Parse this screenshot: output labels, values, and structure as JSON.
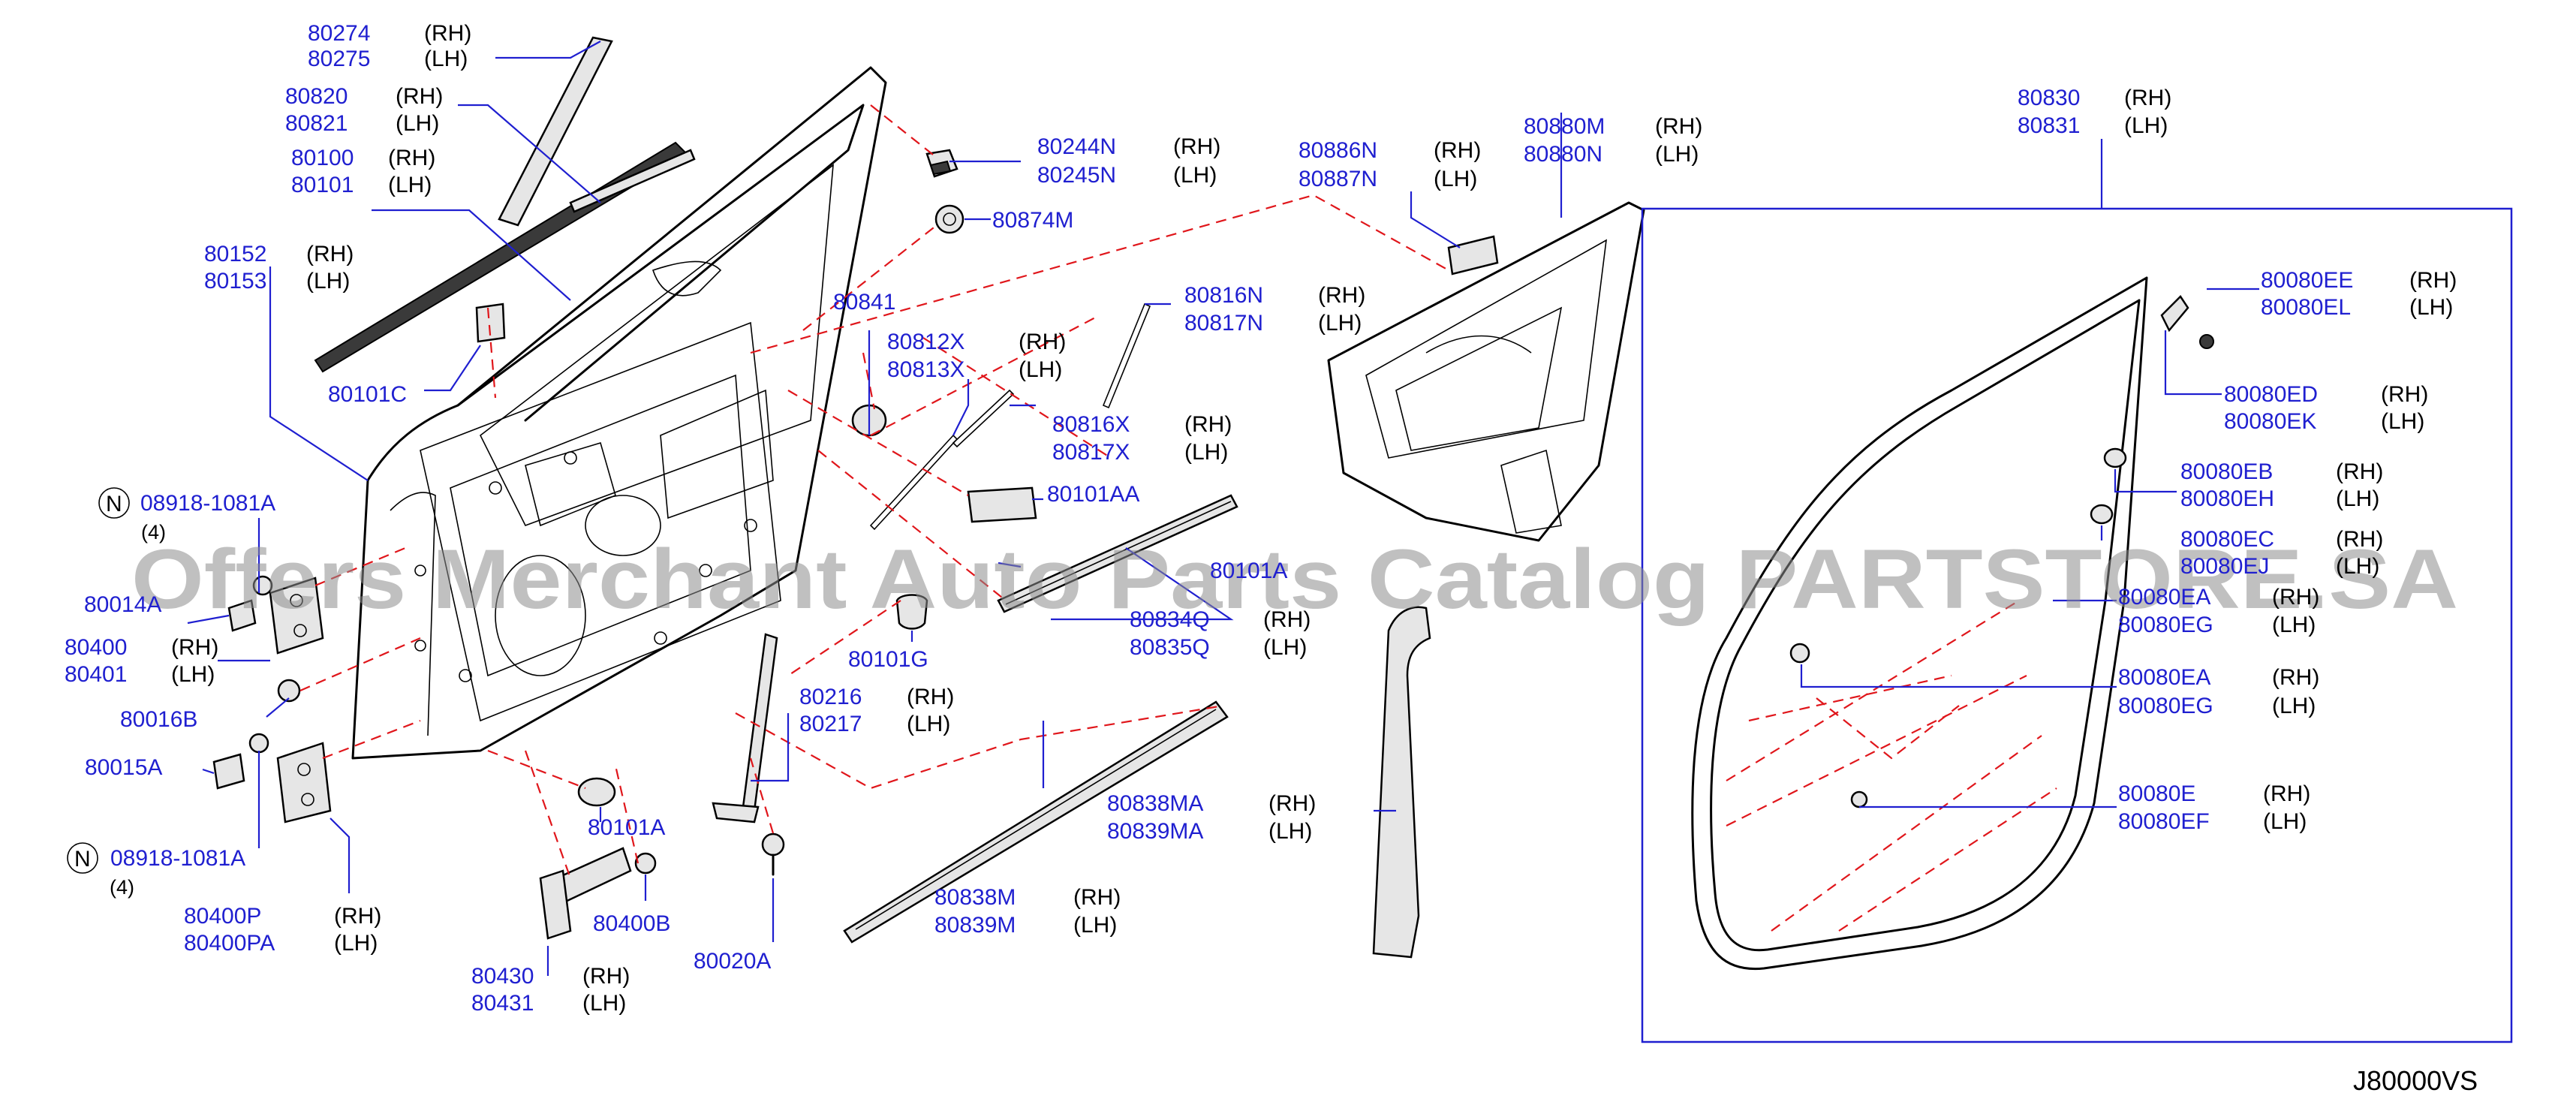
{
  "diagram": {
    "watermark": "Offers Merchant Auto Parts Catalog PARTSTORE.SA",
    "diagram_code": "J80000VS",
    "side_rh": "(RH)",
    "side_lh": "(LH)",
    "nut_symbol": "N",
    "quantity_4": "(4)",
    "parts": {
      "p80274": "80274",
      "p80275": "80275",
      "p80820": "80820",
      "p80821": "80821",
      "p80100": "80100",
      "p80101": "80101",
      "p80152": "80152",
      "p80153": "80153",
      "p80101C": "80101C",
      "p08918_top": "08918-1081A",
      "p80014": "80014A",
      "p80400": "80400",
      "p80401": "80401",
      "p80016B": "80016B",
      "p80015A": "80015A",
      "p08918_bot": "08918-1081A",
      "p80400P": "80400P",
      "p80400PA": "80400PA",
      "p80430": "80430",
      "p80431": "80431",
      "p80400B": "80400B",
      "p80020A": "80020A",
      "p80101A_low": "80101A",
      "p80216": "80216",
      "p80217": "80217",
      "p80101G": "80101G",
      "p80841": "80841",
      "p80812X": "80812X",
      "p80813X": "80813X",
      "p80244N": "80244N",
      "p80245N": "80245N",
      "p80874M": "80874M",
      "p80816N": "80816N",
      "p80817N": "80817N",
      "p80816X": "80816X",
      "p80817X": "80817X",
      "p80101AA": "80101AA",
      "p80101A_mid": "80101A",
      "p80834Q": "80834Q",
      "p80835Q": "80835Q",
      "p80838MA": "80838MA",
      "p80839MA": "80839MA",
      "p80838M": "80838M",
      "p80839M": "80839M",
      "p80886N": "80886N",
      "p80887N": "80887N",
      "p80880M": "80880M",
      "p80880N": "80880N",
      "p80830": "80830",
      "p80831": "80831",
      "p80080EE": "80080EE",
      "p80080EL": "80080EL",
      "p80080ED": "80080ED",
      "p80080EK": "80080EK",
      "p80080EB": "80080EB",
      "p80080EH": "80080EH",
      "p80080EC": "80080EC",
      "p80080EJ": "80080EJ",
      "p80080EA_a": "80080EA",
      "p80080EG_a": "80080EG",
      "p80080EA_b": "80080EA",
      "p80080EG_b": "80080EG",
      "p80080E": "80080E",
      "p80080EF": "80080EF"
    }
  }
}
